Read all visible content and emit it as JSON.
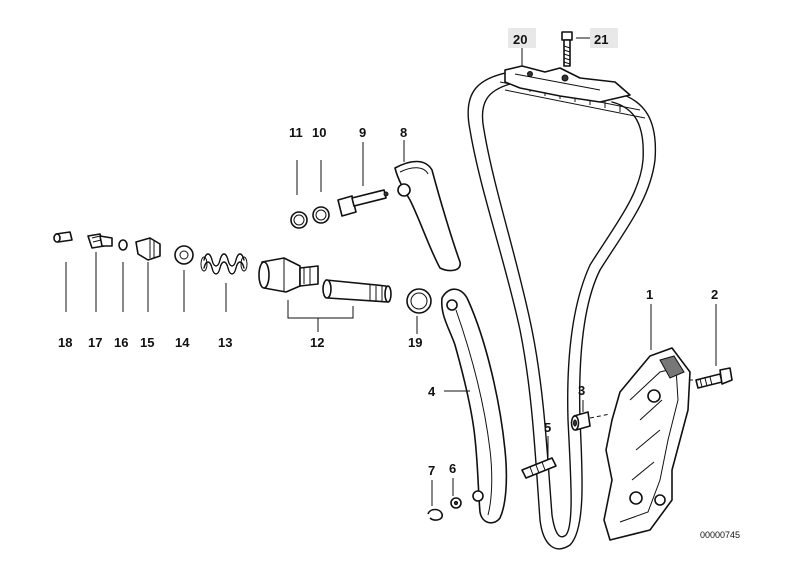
{
  "diagram": {
    "labels": [
      "20",
      "21",
      "11",
      "10",
      "9",
      "8",
      "18",
      "17",
      "16",
      "15",
      "14",
      "13",
      "12",
      "19",
      "4",
      "1",
      "2",
      "3",
      "5",
      "7",
      "6"
    ],
    "reference": "00000745",
    "highlight_color": "#e8e8e8",
    "line_color": "#111111"
  }
}
